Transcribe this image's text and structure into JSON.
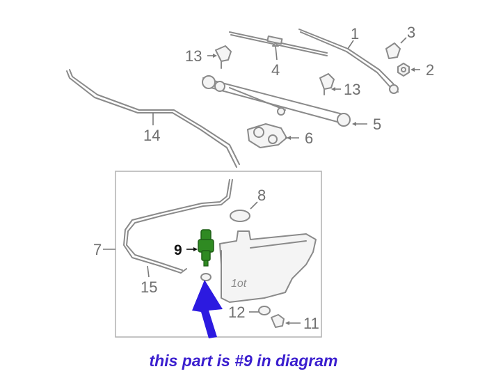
{
  "diagram": {
    "parts": [
      {
        "number": "1"
      },
      {
        "number": "2"
      },
      {
        "number": "3"
      },
      {
        "number": "4"
      },
      {
        "number": "5"
      },
      {
        "number": "6"
      },
      {
        "number": "7"
      },
      {
        "number": "8"
      },
      {
        "number": "9"
      },
      {
        "number": "11"
      },
      {
        "number": "12"
      },
      {
        "number": "13"
      },
      {
        "number": "13"
      },
      {
        "number": "14"
      },
      {
        "number": "15"
      }
    ],
    "reservoir_marking": "1ot"
  },
  "caption": {
    "text": "this part is #9 in diagram",
    "color": "#3b1fcf"
  },
  "colors": {
    "highlight_part": "#2f8a22",
    "arrow": "#2c1ae0",
    "line_art": "#8a8a8a"
  }
}
